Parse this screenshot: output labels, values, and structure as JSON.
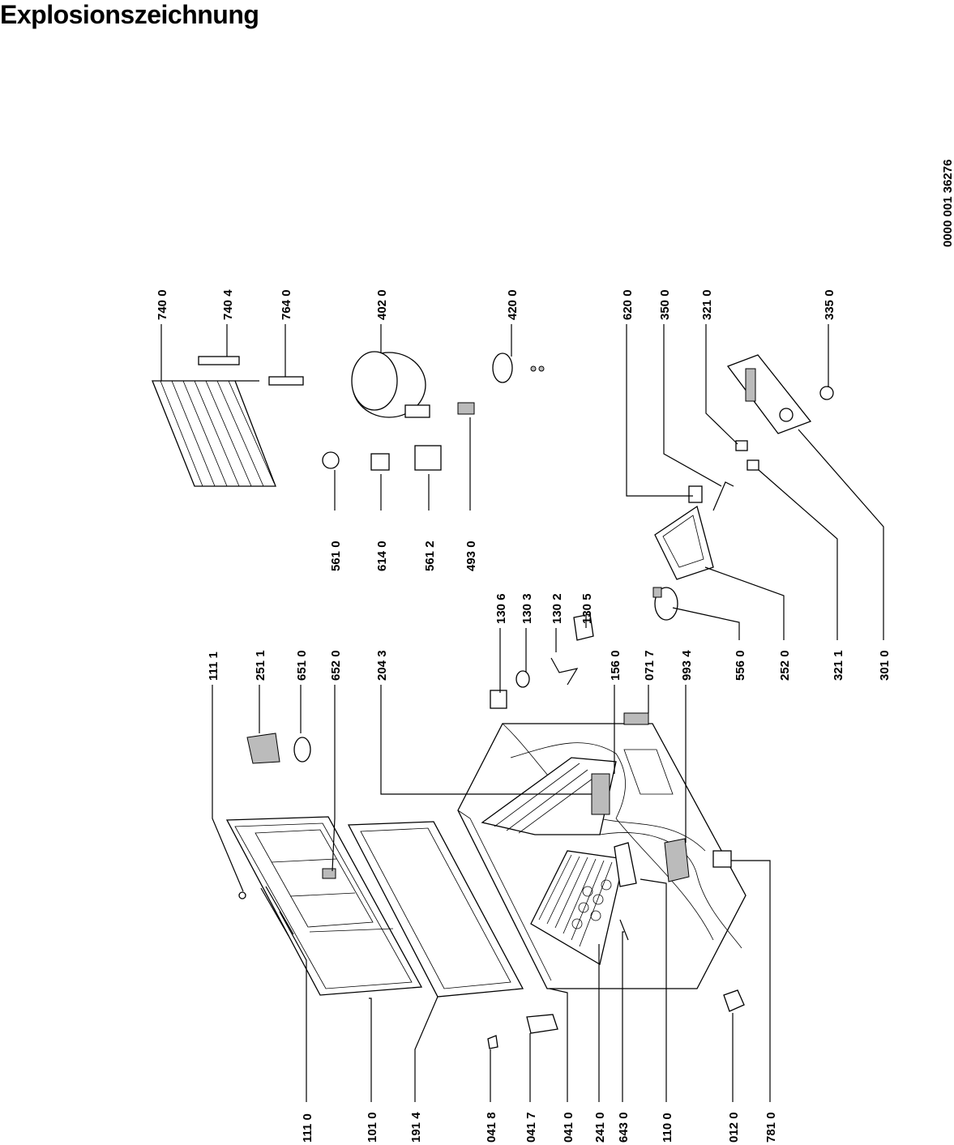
{
  "title": "Explosionszeichnung",
  "drawing_number": "0000 001 36276",
  "labels": {
    "p1110": "111 0",
    "p1010": "101 0",
    "p1914": "191 4",
    "p0418": "041 8",
    "p0417": "041 7",
    "p0410": "041 0",
    "p2410": "241 0",
    "p6430": "643 0",
    "p1100": "110 0",
    "p0120": "012 0",
    "p7810": "781 0",
    "p1111": "111 1",
    "p2511": "251 1",
    "p6510": "651 0",
    "p6520": "652 0",
    "p2043": "204 3",
    "p1306": "130 6",
    "p1303": "130 3",
    "p1302": "130 2",
    "p1305": "130 5",
    "p1560": "156 0",
    "p0717": "071 7",
    "p9934": "993 4",
    "p5560": "556 0",
    "p2520": "252 0",
    "p3211": "321 1",
    "p3010": "301 0",
    "p5610": "561 0",
    "p6140": "614 0",
    "p5612": "561 2",
    "p4930": "493 0",
    "p7400": "740 0",
    "p7404": "740 4",
    "p7640": "764 0",
    "p4020": "402 0",
    "p4200": "420 0",
    "p6200": "620 0",
    "p3500": "350 0",
    "p3210": "321 0",
    "p3350": "335 0"
  }
}
